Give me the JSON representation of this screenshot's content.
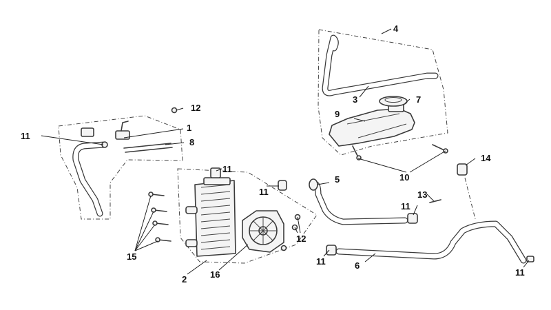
{
  "diagram": {
    "callouts": {
      "c1": "1",
      "c2": "2",
      "c3": "3",
      "c4": "4",
      "c5": "5",
      "c6": "6",
      "c7": "7",
      "c8": "8",
      "c9": "9",
      "c10": "10",
      "c11_a": "11",
      "c11_b": "11",
      "c11_c": "11",
      "c11_d": "11",
      "c11_e": "11",
      "c11_f": "11",
      "c12_a": "12",
      "c12_b": "12",
      "c13": "13",
      "c14": "14",
      "c15": "15",
      "c16": "16"
    }
  }
}
